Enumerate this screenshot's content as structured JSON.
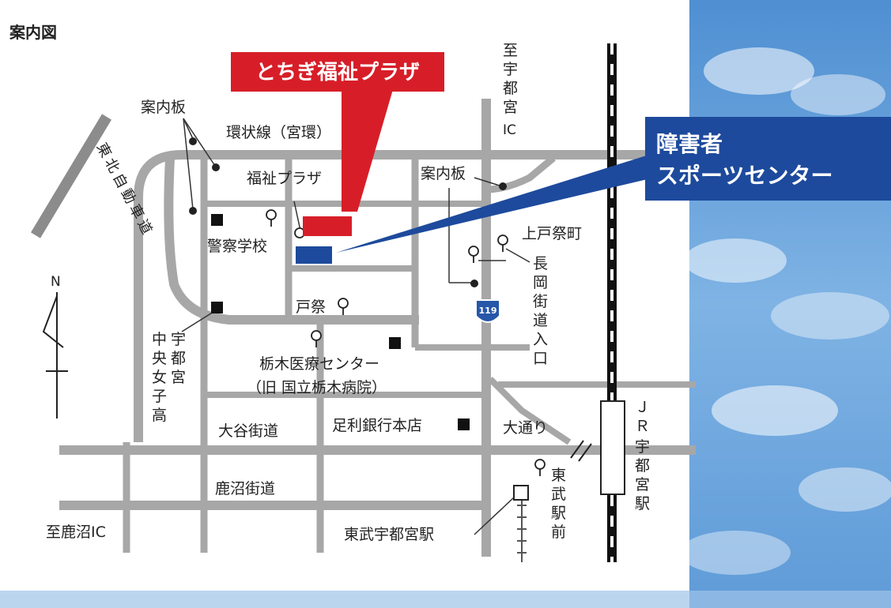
{
  "title": "案内図",
  "highlights": {
    "fukushi_plaza": "とちぎ福祉プラザ",
    "sports_center_line1": "障害者",
    "sports_center_line2": "スポーツセンター"
  },
  "labels": {
    "annaiban_top": "案内板",
    "annaiban_right": "案内板",
    "kanjosen": "環状線（宮環）",
    "fukushi_plaza_small": "福祉プラザ",
    "keisatsu": "警察学校",
    "tomatsuri": "戸祭",
    "kamitomatsuri": "上戸祭町",
    "nagaoka_1": "長",
    "nagaoka_2": "岡",
    "nagaoka_3": "街",
    "nagaoka_4": "道",
    "nagaoka_5": "入",
    "nagaoka_6": "口",
    "tochigi_iryo": "栃木医療センター",
    "kyu_kokuritsu": "（旧 国立栃木病院）",
    "ohya": "大谷街道",
    "ashikaga": "足利銀行本店",
    "odori": "大通り",
    "kanuma_kaido": "鹿沼街道",
    "shi_kanuma": "至鹿沼IC",
    "tobu_utsunomiya": "東武宇都宮駅",
    "route": "119",
    "north": "N",
    "shi_utsunomiya_1": "至",
    "shi_utsunomiya_2": "宇",
    "shi_utsunomiya_3": "都",
    "shi_utsunomiya_4": "宮",
    "shi_utsunomiya_5": "IC",
    "chuo_joshi_1": "宇",
    "chuo_joshi_2": "都",
    "chuo_joshi_3": "宮",
    "chuo_joshi_4": "中",
    "chuo_joshi_5": "央",
    "chuo_joshi_6": "女",
    "chuo_joshi_7": "子",
    "chuo_joshi_8": "高",
    "tobu_ekimae_1": "東",
    "tobu_ekimae_2": "武",
    "tobu_ekimae_3": "駅",
    "tobu_ekimae_4": "前",
    "jr_1": "Ｊ",
    "jr_2": "Ｒ",
    "jr_3": "宇",
    "jr_4": "都",
    "jr_5": "宮",
    "jr_6": "駅",
    "tohoku_1": "東",
    "tohoku_2": "北",
    "tohoku_3": "自",
    "tohoku_4": "動",
    "tohoku_5": "車",
    "tohoku_6": "道"
  },
  "colors": {
    "road": "#a7a7a7",
    "fukushi_red": "#d71e28",
    "sports_blue": "#1d4a9c",
    "sky": "#6aa5dc",
    "rail": "#111111"
  }
}
